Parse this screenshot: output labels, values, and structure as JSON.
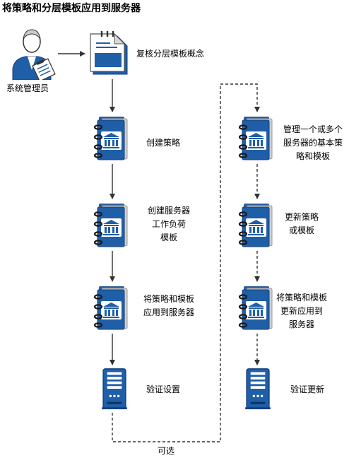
{
  "title": "将策略和分层模板应用到服务器",
  "actor": {
    "label": "系统管理员",
    "icon": "administrator-clipboard-icon"
  },
  "steps": {
    "review": {
      "label": "复核分层模板概念",
      "icon": "document-icon"
    },
    "create_policy": {
      "label": "创建策略",
      "icon": "policy-book-icon"
    },
    "create_template": {
      "line1": "创建服务器",
      "line2": "工作负荷",
      "line3": "模板",
      "icon": "policy-book-icon"
    },
    "apply": {
      "line1": "将策略和模板",
      "line2": "应用到服务器",
      "icon": "policy-book-icon"
    },
    "verify": {
      "label": "验证设置",
      "icon": "server-tower-icon"
    },
    "manage": {
      "line1": "管理一个或多个",
      "line2": "服务器的基本策",
      "line3": "略和模板",
      "icon": "policy-book-icon"
    },
    "update": {
      "line1": "更新策略",
      "line2": "或模板",
      "icon": "policy-book-icon"
    },
    "reapply": {
      "line1": "将策略和模板",
      "line2": "更新应用到",
      "line3": "服务器",
      "icon": "policy-book-icon"
    },
    "verify_update": {
      "label": "验证更新",
      "icon": "server-tower-icon"
    }
  },
  "optional_label": "可选",
  "colors": {
    "primary_blue": "#1f5fa8",
    "dark_blue": "#143f7a",
    "light_blue": "#6f9fd8",
    "arrow": "#333333"
  }
}
